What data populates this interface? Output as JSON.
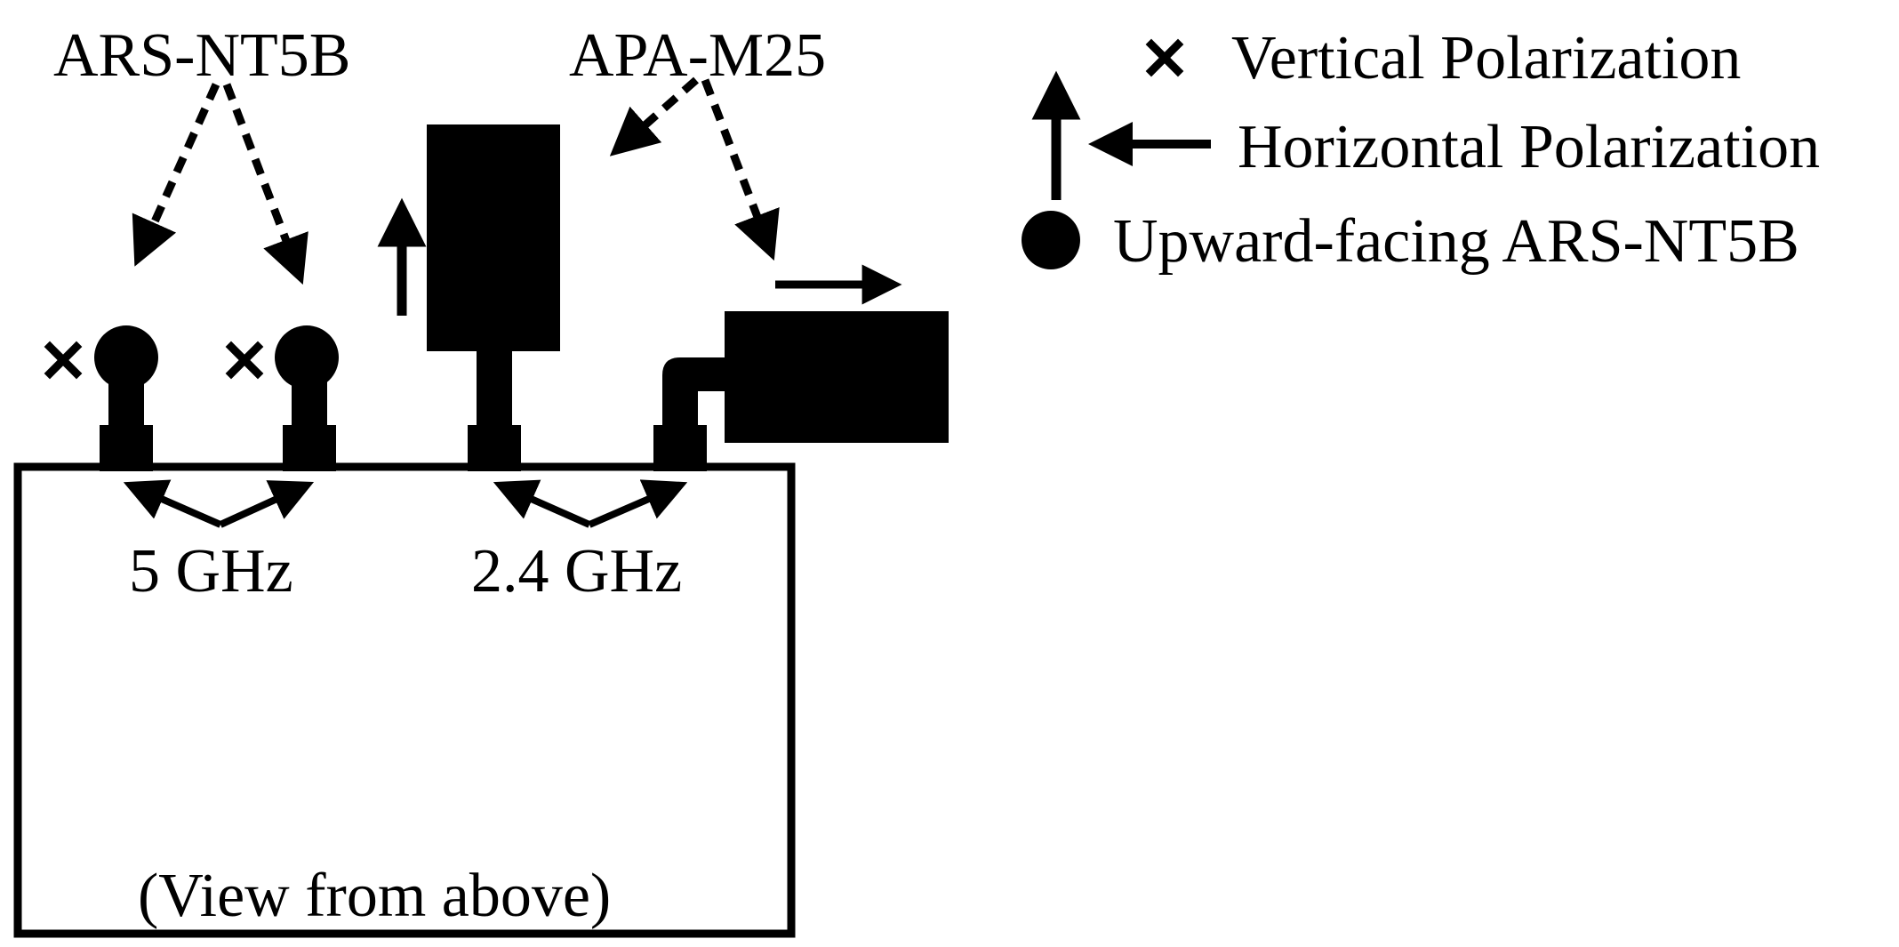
{
  "labels": {
    "ars_antenna": "ARS-NT5B",
    "apa_antenna": "APA-M25",
    "band_5ghz": "5 GHz",
    "band_24ghz": "2.4 GHz",
    "view_note": "(View from above)"
  },
  "legend": {
    "vertical": "Vertical Polarization",
    "horizontal": "Horizontal Polarization",
    "upward": "Upward-facing ARS-NT5B"
  },
  "colors": {
    "ink": "#000000",
    "background": "#ffffff"
  }
}
